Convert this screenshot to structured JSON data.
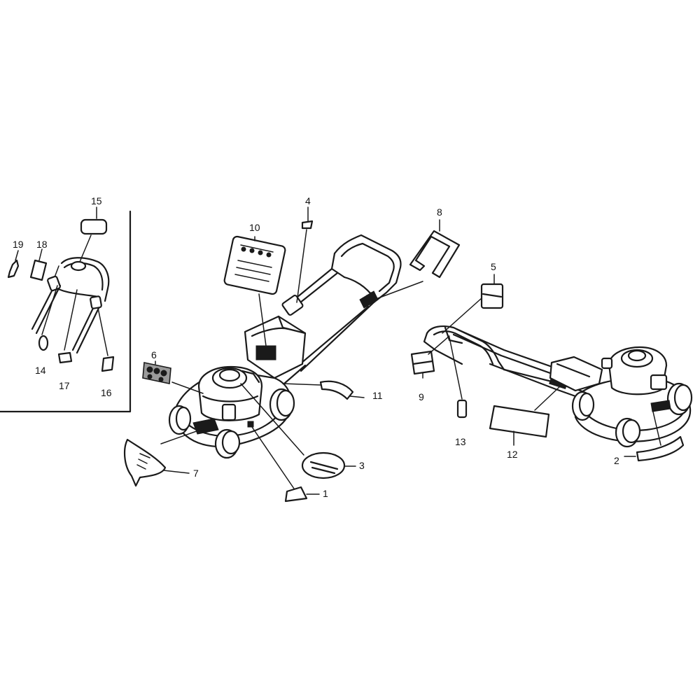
{
  "callouts": [
    {
      "id": "1",
      "label": "1"
    },
    {
      "id": "2",
      "label": "2"
    },
    {
      "id": "3",
      "label": "3"
    },
    {
      "id": "4",
      "label": "4"
    },
    {
      "id": "5",
      "label": "5"
    },
    {
      "id": "6",
      "label": "6"
    },
    {
      "id": "7",
      "label": "7"
    },
    {
      "id": "8",
      "label": "8"
    },
    {
      "id": "9",
      "label": "9"
    },
    {
      "id": "10",
      "label": "10"
    },
    {
      "id": "11",
      "label": "11"
    },
    {
      "id": "12",
      "label": "12"
    },
    {
      "id": "13",
      "label": "13"
    },
    {
      "id": "14",
      "label": "14"
    },
    {
      "id": "15",
      "label": "15"
    },
    {
      "id": "16",
      "label": "16"
    },
    {
      "id": "17",
      "label": "17"
    },
    {
      "id": "18",
      "label": "18"
    },
    {
      "id": "19",
      "label": "19"
    }
  ],
  "colors": {
    "line": "#1a1a1a",
    "background": "#ffffff"
  }
}
